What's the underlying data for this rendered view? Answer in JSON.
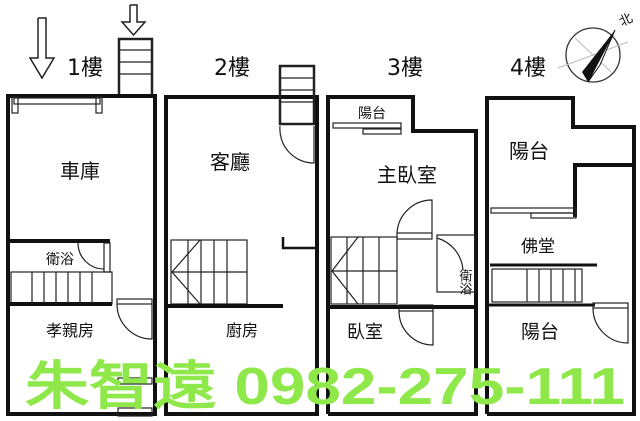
{
  "floors": [
    {
      "label": "1樓",
      "rooms": [
        "車庫",
        "衛浴",
        "孝親房"
      ]
    },
    {
      "label": "2樓",
      "rooms": [
        "客廳",
        "廚房"
      ]
    },
    {
      "label": "3樓",
      "rooms": [
        "陽台",
        "主臥室",
        "衛浴",
        "臥室"
      ]
    },
    {
      "label": "4樓",
      "rooms": [
        "陽台",
        "佛堂",
        "陽台"
      ]
    }
  ],
  "compass": {
    "north_label": "北"
  },
  "watermark": {
    "text": "朱智遠 0982-275-111",
    "color": "#8fe84a"
  }
}
